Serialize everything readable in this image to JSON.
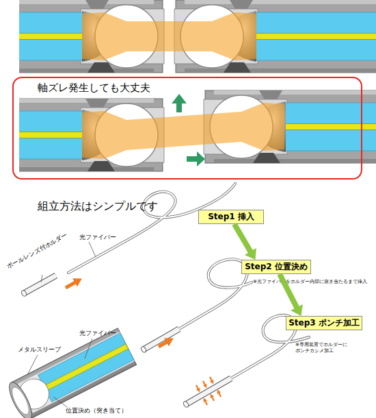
{
  "diagram": {
    "nodes": [
      {
        "text": [
          "軸ズレ発生しても大丈夫"
        ]
      },
      {
        "text": [
          "Step1 挿入"
        ]
      },
      {
        "text": [
          "Step2 位置決め"
        ]
      },
      {
        "text": [
          "Step3 ポンチ加工"
        ]
      }
    ],
    "edges": [
      {
        "from": 1,
        "to": 2,
        "arrow": "to"
      },
      {
        "from": 2,
        "to": 3,
        "arrow": "to"
      }
    ],
    "labels": [
      "組立方法はシンプルです",
      "ボールレンズ付ホルダー",
      "光ファイバー",
      "※光ファイバーをホルダー内部に突き当たるまで挿入",
      "※専用装置でホルダーに ポンチカシメ加工",
      "メタルスリーブ",
      "光ファイバー",
      "位置決め（突き当て）"
    ]
  }
}
